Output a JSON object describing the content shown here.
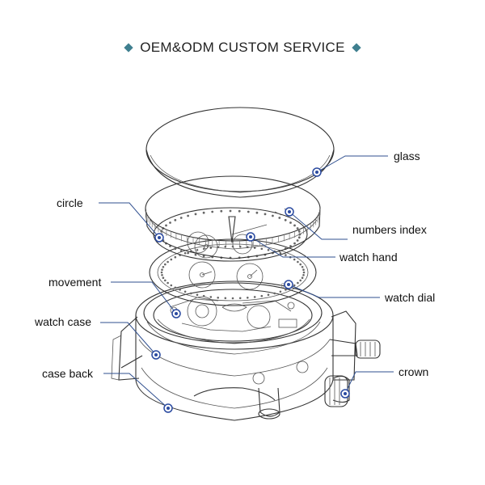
{
  "header": {
    "title": "OEM&ODM CUSTOM SERVICE",
    "accent_color": "#3f7f8f",
    "left_icon": "diamond-icon",
    "right_icon": "diamond-icon"
  },
  "labels": {
    "glass": "glass",
    "circle": "circle",
    "numbers_index": "numbers index",
    "watch_hand": "watch hand",
    "movement": "movement",
    "watch_dial": "watch dial",
    "watch_case": "watch case",
    "case_back": "case back",
    "crown": "crown"
  },
  "leader_color": "#2f4f8f",
  "marker_color": "#2a4aa0"
}
